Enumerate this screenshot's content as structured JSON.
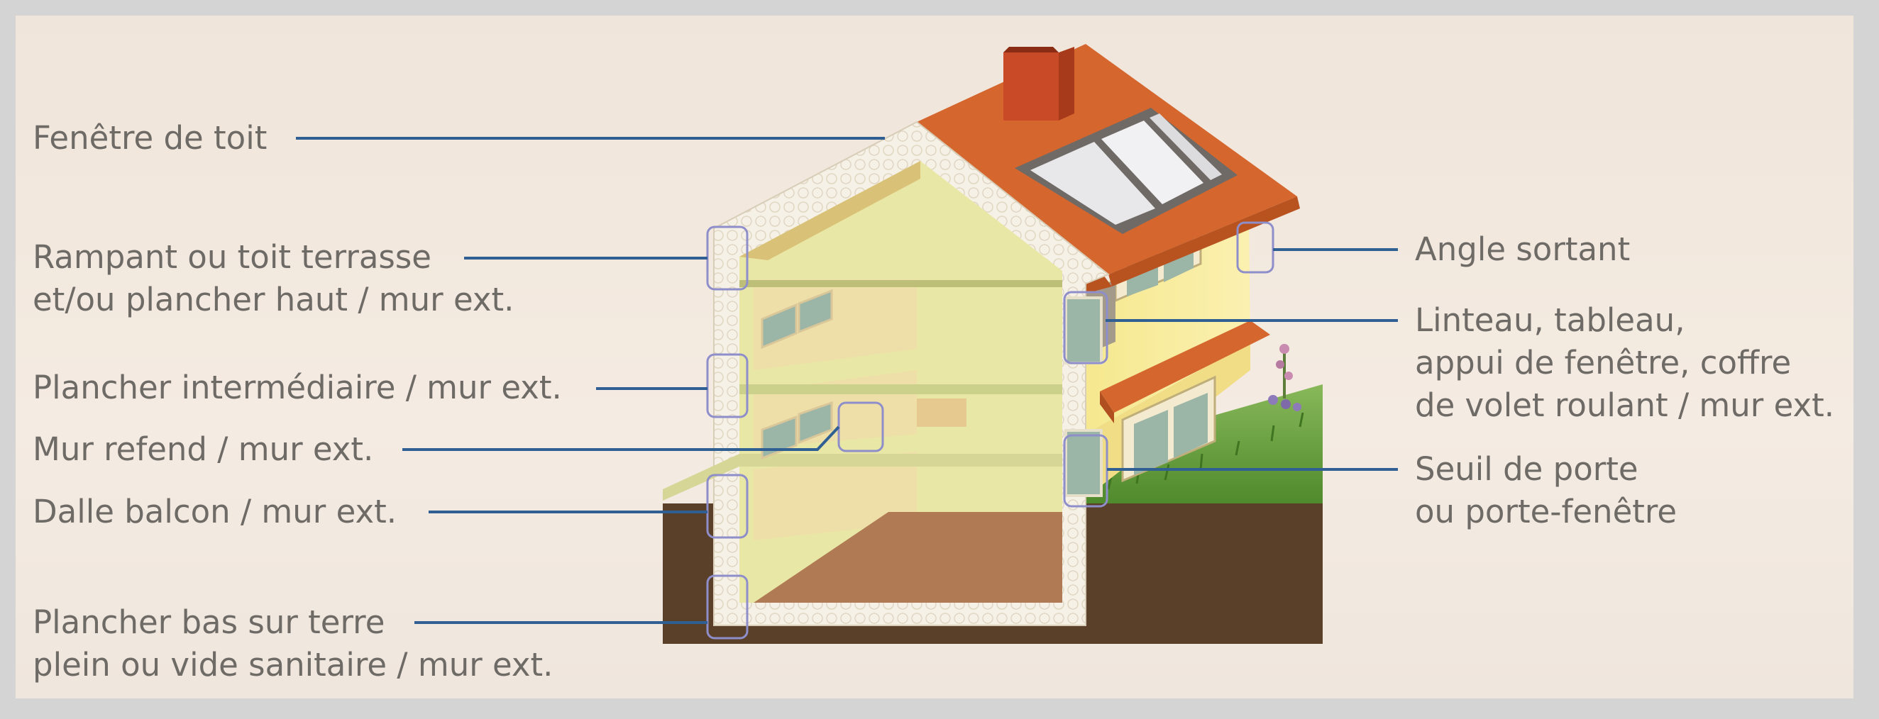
{
  "labels": {
    "roof_window": "Fenêtre de toit",
    "rampant_1": "Rampant ou toit terrasse",
    "rampant_2": "et/ou plancher haut / mur ext.",
    "intermediate_floor": "Plancher intermédiaire / mur ext.",
    "partition_wall": "Mur refend / mur ext.",
    "balcony_slab": "Dalle balcon / mur ext.",
    "ground_floor_1": "Plancher bas sur terre",
    "ground_floor_2": "plein ou vide sanitaire / mur ext.",
    "outer_corner": "Angle sortant",
    "lintel_1": "Linteau, tableau,",
    "lintel_2": "appui de fenêtre, coffre",
    "lintel_3": "de volet roulant / mur ext.",
    "door_sill_1": "Seuil de porte",
    "door_sill_2": "ou porte-fenêtre"
  },
  "colors": {
    "leader_line": "#2f5f93",
    "label_text": "#6e6a66",
    "roof": "#d4662e",
    "chimney": "#c94a26",
    "insulation": "#f5efe3",
    "interior_wall": "#e9e7a5",
    "floor_slab": "#cbd08a",
    "facade": "#f3e7a1",
    "ground": "#5b4029",
    "grass": "#6fa23f",
    "highlight_box": "#8e8ecb"
  }
}
